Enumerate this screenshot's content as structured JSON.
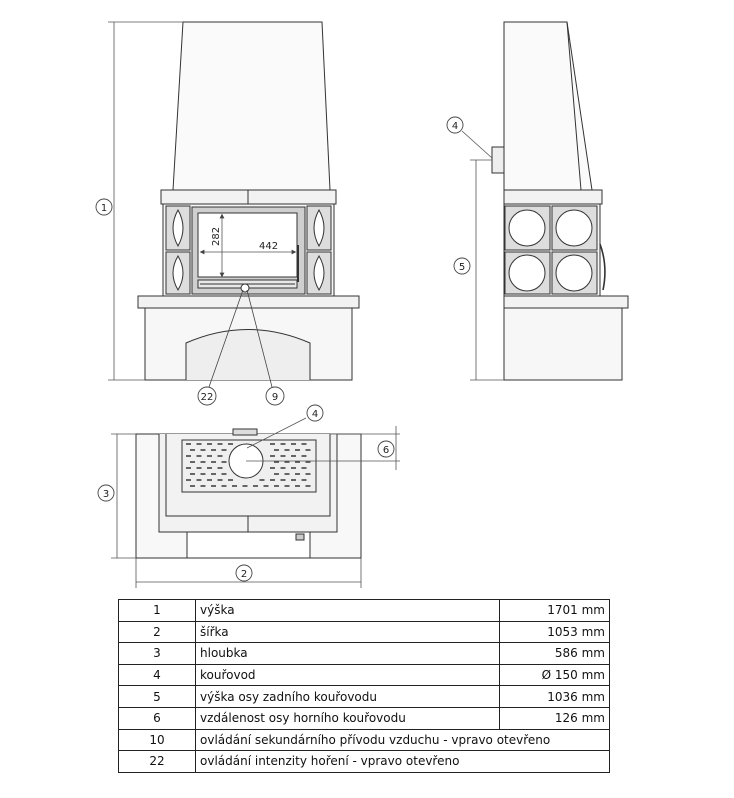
{
  "callouts": {
    "c1": "1",
    "c2": "2",
    "c3": "3",
    "c4_side": "4",
    "c4_top": "4",
    "c5": "5",
    "c6": "6",
    "c9": "9",
    "c22": "22"
  },
  "door_dims": {
    "height": "282",
    "width": "442"
  },
  "specs": [
    {
      "num": "1",
      "label": "výška",
      "value": "1701 mm"
    },
    {
      "num": "2",
      "label": "šířka",
      "value": "1053 mm"
    },
    {
      "num": "3",
      "label": "hloubka",
      "value": "586 mm"
    },
    {
      "num": "4",
      "label": "kouřovod",
      "value": "Ø 150 mm"
    },
    {
      "num": "5",
      "label": "výška osy zadního kouřovodu",
      "value": "1036 mm"
    },
    {
      "num": "6",
      "label": "vzdálenost osy horního kouřovodu",
      "value": "126 mm"
    },
    {
      "num": "10",
      "label": "ovládání sekundárního přívodu vzduchu - vpravo otevřeno",
      "value": ""
    },
    {
      "num": "22",
      "label": "ovládání intenzity hoření - vpravo otevřeno",
      "value": ""
    }
  ]
}
